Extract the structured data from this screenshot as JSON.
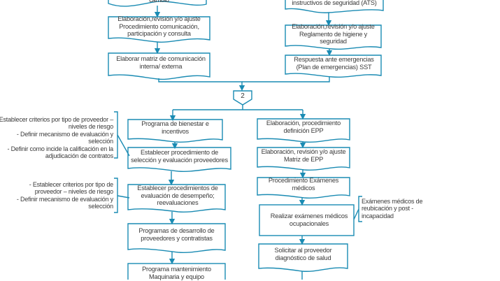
{
  "colors": {
    "stroke": "#1a8bb3",
    "text": "#3a3a3a",
    "background": "#ffffff"
  },
  "connector": {
    "label": "2"
  },
  "top_left": {
    "partial": "cambio",
    "boxes": [
      {
        "text": "Elaboración,revisión y/o ajuste Procedimiento comunicación, participación y consulta"
      },
      {
        "text": "Elaborar matriz de comunicación interna/ externa"
      }
    ]
  },
  "top_right": {
    "partial": "instructivos de seguridad (ATS)",
    "boxes": [
      {
        "text": "Elaboración,revisión y/o ajuste Reglamento de higiene y seguridad"
      },
      {
        "text": "Respuesta ante emergencias (Plan de emergencias) SST"
      }
    ]
  },
  "left_column": {
    "boxes": [
      {
        "text": "Programa de bienestar e incentivos"
      },
      {
        "text": "Establecer procedimiento de selección y evaluación proveedores"
      },
      {
        "text": "Establecer procedimientos de evaluación de desempeño; reevaluaciones"
      },
      {
        "text": "Programas de desarrollo de proveedores y contratistas"
      },
      {
        "text": "Programa mantenimiento Maquinaria y equipo"
      }
    ],
    "notes": [
      {
        "lines": [
          "Establecer criterios por tipo de proveedor –",
          "niveles de riesgo",
          "- Definir mecanismo de evaluación y selección",
          "- Definir como incide la calificación en la",
          "adjudicación de contratos"
        ]
      },
      {
        "lines": [
          "- Establecer criterios por tipo de",
          "proveedor – niveles de riesgo",
          "- Definir mecanismo de evaluación y",
          "selección"
        ]
      }
    ]
  },
  "right_column": {
    "boxes": [
      {
        "text": "Elaboración, procedimiento definición EPP"
      },
      {
        "text": "Elaboración, revisión y/o ajuste Matriz de EPP"
      },
      {
        "text": "Procedimiento Exámenes médicos"
      },
      {
        "text": "Realizar exámenes médicos ocupacionales"
      },
      {
        "text": "Solicitar al proveedor diagnóstico de salud"
      }
    ],
    "notes": [
      {
        "lines": [
          "Exámenes médicos de",
          "reubicación y post -",
          "incapacidad"
        ]
      }
    ]
  }
}
